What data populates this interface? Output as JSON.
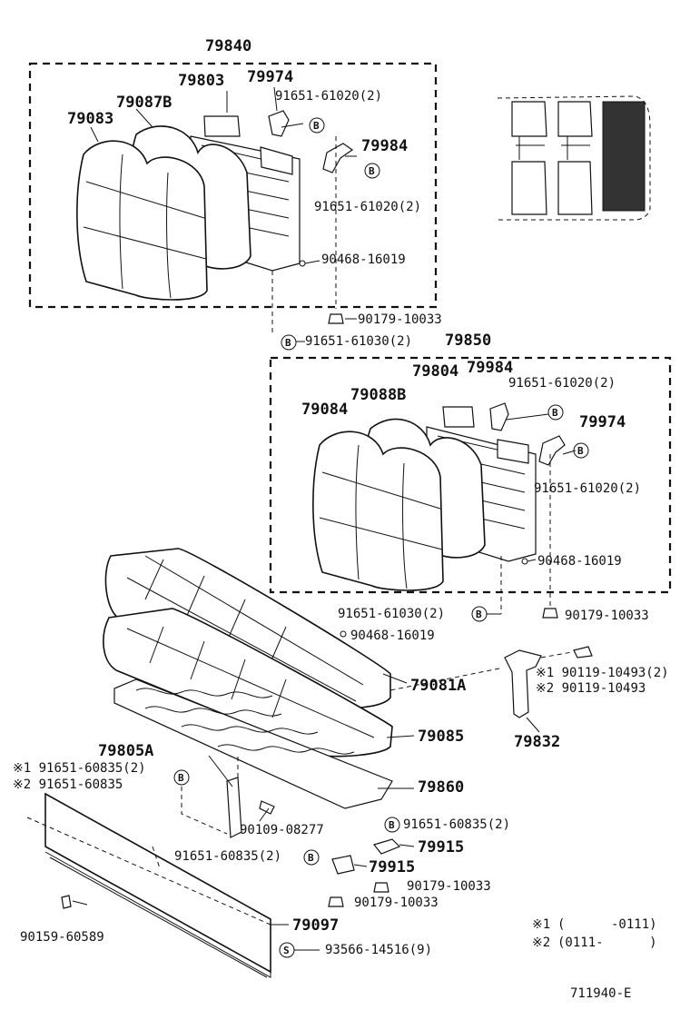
{
  "figure_code": "711940-E",
  "legend": [
    {
      "mark": "※1",
      "range": "(      -0111)"
    },
    {
      "mark": "※2",
      "range": "(0111-      )"
    }
  ],
  "circle_letters": {
    "bolt": "B",
    "screw": "S"
  },
  "labels": {
    "assy_upper": "79840",
    "p79803": "79803",
    "p79974_a": "79974",
    "p91651_61020_a": "91651-61020(2)",
    "p79087b": "79087B",
    "p79083": "79083",
    "p79984_a": "79984",
    "p91651_61020_b": "91651-61020(2)",
    "p90468_a": "90468-16019",
    "p90179_a": "90179-10033",
    "p91651_61030_a": "91651-61030(2)",
    "assy_lower": "79850",
    "p79804": "79804",
    "p79984_b": "79984",
    "p91651_61020_c": "91651-61020(2)",
    "p79088b": "79088B",
    "p79084": "79084",
    "p79974_b": "79974",
    "p91651_61020_d": "91651-61020(2)",
    "p90468_b": "90468-16019",
    "p91651_61030_b": "91651-61030(2)",
    "p90179_b": "90179-10033",
    "p90468_c": "90468-16019",
    "p79081a": "79081A",
    "p90119_1": "※1 90119-10493(2)",
    "p90119_2": "※2 90119-10493",
    "p79085": "79085",
    "p79832": "79832",
    "p79805a": "79805A",
    "p91651_60835_1": "※1 91651-60835(2)",
    "p91651_60835_2": "※2 91651-60835",
    "p79860": "79860",
    "p90109": "90109-08277",
    "p91651_60835_a": "91651-60835(2)",
    "p79915_a": "79915",
    "p91651_60835_b": "91651-60835(2)",
    "p79915_b": "79915",
    "p90179_c": "90179-10033",
    "p90179_d": "90179-10033",
    "p90159": "90159-60589",
    "p79097": "79097",
    "p93566": "93566-14516(9)"
  }
}
